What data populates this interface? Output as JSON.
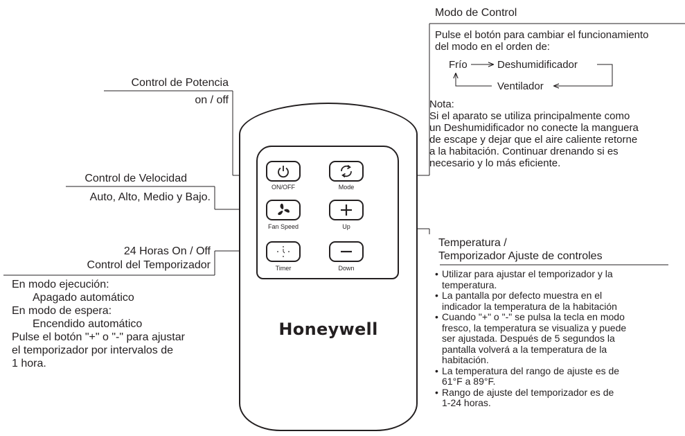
{
  "modo_control": {
    "title": "Modo de Control",
    "line1": "Pulse el botón para cambiar el funcionamiento",
    "line2": "del modo en el orden de:",
    "cycle": [
      "Frío",
      "Deshumidificador",
      "Ventilador"
    ],
    "nota_title": "Nota:",
    "nota_lines": [
      "Si el aparato se utiliza principalmente como",
      "un Deshumidificador  no conecte la manguera",
      "de escape y dejar que el aire  caliente retorne",
      "a la habitación. Continuar drenando si es",
      "necesario y lo más eficiente."
    ]
  },
  "potencia": {
    "title": "Control de Potencia",
    "sub": "on / off"
  },
  "velocidad": {
    "title": "Control de Velocidad",
    "sub": "Auto, Alto, Medio y Bajo."
  },
  "temporizador": {
    "title1": "24 Horas On / Off",
    "title2": "Control del Temporizador",
    "lines": [
      "En modo ejecución:",
      "Apagado automático",
      "En modo de espera:",
      "Encendido automático",
      "Pulse el botón \"+\" o \"-\" para ajustar",
      "el temporizador por  intervalos de",
      "1 hora."
    ]
  },
  "temperatura": {
    "title1": "Temperatura /",
    "title2": "Temporizador Ajuste de controles",
    "bullets": [
      [
        "Utilizar para ajustar el temporizador y la",
        "temperatura."
      ],
      [
        "La pantalla por defecto muestra en el",
        "indicador la temperatura de la habitación"
      ],
      [
        "Cuando \"+\" o \"-\" se pulsa la tecla en modo",
        "fresco, la temperatura se visualiza y puede",
        "ser ajustada.  Después  de 5 segundos la",
        "pantalla volverá a la temperatura de la",
        "habitación."
      ],
      [
        "La temperatura del rango de ajuste es de",
        "61°F a 89°F."
      ],
      [
        "Rango de ajuste del temporizador es de",
        "1-24 horas."
      ]
    ]
  },
  "remote": {
    "brand": "Honeywell",
    "buttons": {
      "power": {
        "label": "ON/OFF",
        "icon": "power-icon"
      },
      "mode": {
        "label": "Mode",
        "icon": "cycle-arrows-icon"
      },
      "fan": {
        "label": "Fan Speed",
        "icon": "fan-icon"
      },
      "up": {
        "label": "Up",
        "icon": "plus-icon"
      },
      "timer": {
        "label": "Timer",
        "icon": "timer-icon"
      },
      "down": {
        "label": "Down",
        "icon": "minus-icon"
      }
    }
  }
}
